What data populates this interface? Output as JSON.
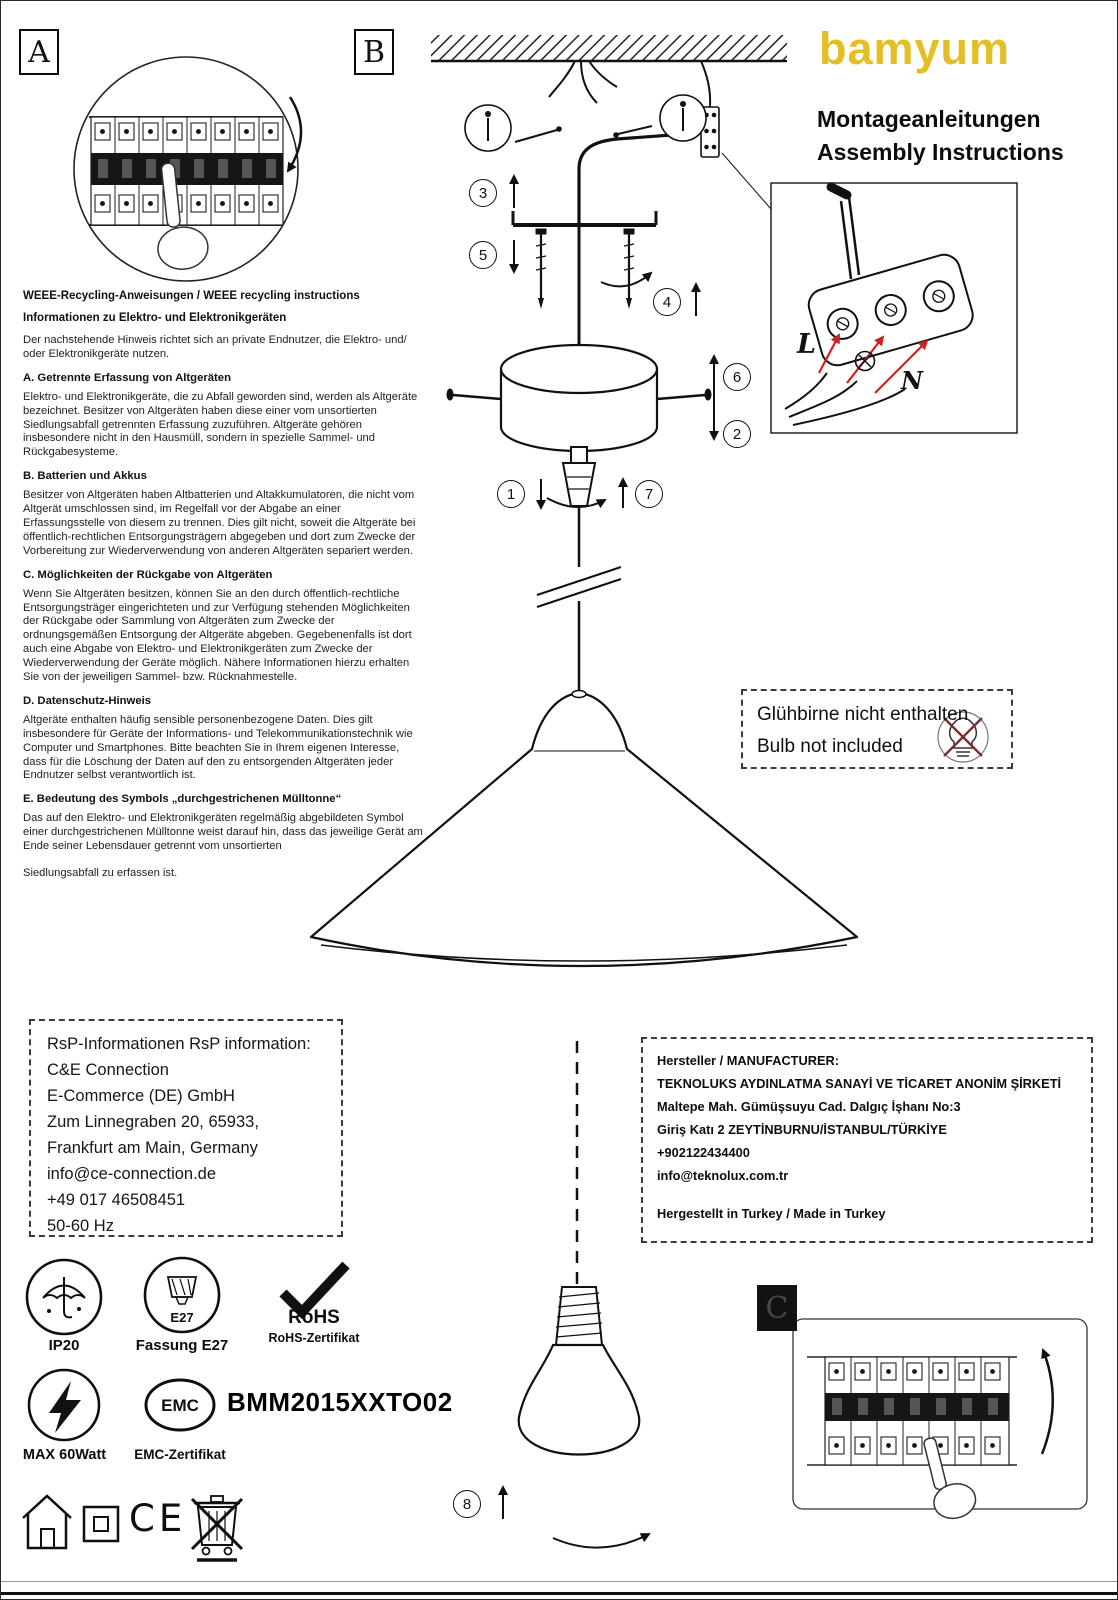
{
  "page": {
    "section_a": "A",
    "section_b": "B",
    "section_c": "C"
  },
  "brand": {
    "logo": "bamyum",
    "logo_color": "#e3bf25",
    "title_de": "Montageanleitungen",
    "title_en": "Assembly Instructions"
  },
  "weee": {
    "heading": "WEEE-Recycling-Anweisungen / WEEE recycling instructions",
    "subheading": "Informationen zu Elektro- und Elektronikgeräten",
    "intro": "Der nachstehende Hinweis richtet sich an private Endnutzer, die Elektro- und/ oder Elektronikgeräte nutzen.",
    "sections": [
      {
        "title": "A. Getrennte Erfassung von Altgeräten",
        "body": "Elektro- und Elektronikgeräte, die zu Abfall geworden sind, werden als Altgeräte bezeichnet. Besitzer von Altgeräten haben diese einer vom unsortierten Siedlungsabfall getrennten Erfassung zuzuführen. Altgeräte gehören insbesondere nicht in den Hausmüll, sondern in spezielle Sammel- und Rückgabesysteme."
      },
      {
        "title": "B. Batterien und Akkus",
        "body": "Besitzer von Altgeräten haben Altbatterien und Altakkumulatoren, die nicht vom Altgerät umschlossen sind, im Regelfall vor der Abgabe an einer Erfassungsstelle von diesem zu trennen. Dies gilt nicht, soweit die Altgeräte bei öffentlich-rechtlichen Entsorgungsträgern abgegeben und dort zum Zwecke der Vorbereitung zur Wiederverwendung von anderen Altgeräten separiert werden."
      },
      {
        "title": "C. Möglichkeiten der Rückgabe von Altgeräten",
        "body": "Wenn Sie Altgeräten besitzen, können Sie an den durch öffentlich-rechtliche Entsorgungsträger eingerichteten und zur Verfügung stehenden Möglichkeiten der Rückgabe oder Sammlung von Altgeräten zum Zwecke der ordnungsgemäßen Entsorgung der Altgeräte abgeben. Gegebenenfalls ist dort auch eine Abgabe von Elektro- und Elektronikgeräten zum Zwecke der Wiederverwendung der Geräte möglich. Nähere Informationen hierzu erhalten Sie von der jeweiligen Sammel- bzw. Rücknahmestelle."
      },
      {
        "title": "D. Datenschutz-Hinweis",
        "body": "Altgeräte enthalten häufig sensible personenbezogene Daten. Dies gilt insbesondere für Geräte der Informations- und Telekommunikationstechnik wie Computer und Smartphones. Bitte beachten Sie in Ihrem eigenen Interesse, dass für die Löschung der Daten auf den zu entsorgenden Altgeräten jeder Endnutzer selbst verantwortlich ist."
      },
      {
        "title": "E. Bedeutung des Symbols „durchgestrichenen Mülltonne“",
        "body": "Das auf den Elektro- und Elektronikgeräten regelmäßig abgebildeten Symbol einer durchgestrichenen Mülltonne weist darauf hin, dass das jeweilige Gerät am Ende seiner Lebensdauer getrennt vom unsortierten"
      }
    ],
    "outro": "Siedlungsabfall zu erfassen ist."
  },
  "bulb_notice": {
    "line_de": "Glühbirne nicht enthalten",
    "line_en": "Bulb not included"
  },
  "rsp": {
    "lines": [
      "RsP-Informationen RsP information:",
      "C&E Connection",
      "E-Commerce (DE) GmbH",
      "Zum Linnegraben 20, 65933,",
      "Frankfurt am Main, Germany",
      "info@ce-connection.de",
      "+49 017 46508451",
      "50-60 Hz"
    ]
  },
  "manufacturer": {
    "lines": [
      "Hersteller / MANUFACTURER:",
      "TEKNOLUKS AYDINLATMA SANAYİ VE TİCARET ANONİM ŞİRKETİ",
      "Maltepe Mah. Gümüşsuyu Cad. Dalgıç İşhanı No:3",
      "Giriş Katı 2 ZEYTİNBURNU/İSTANBUL/TÜRKİYE",
      "+902122434400",
      "info@teknolux.com.tr"
    ],
    "made_in": "Hergestellt in Turkey / Made in Turkey"
  },
  "terminal": {
    "l": "L",
    "n": "N"
  },
  "steps": [
    "1",
    "2",
    "3",
    "4",
    "5",
    "6",
    "7",
    "8"
  ],
  "certs": {
    "ip": "IP20",
    "socket_label": "Fassung E27",
    "socket_text": "E27",
    "rohs": "RoHS",
    "rohs_cert": "RoHS-Zertifikat",
    "max_watt": "MAX 60Watt",
    "emc": "EMC",
    "emc_cert": "EMC-Zertifikat",
    "model": "BMM2015XXTO02",
    "ce": "CE"
  }
}
